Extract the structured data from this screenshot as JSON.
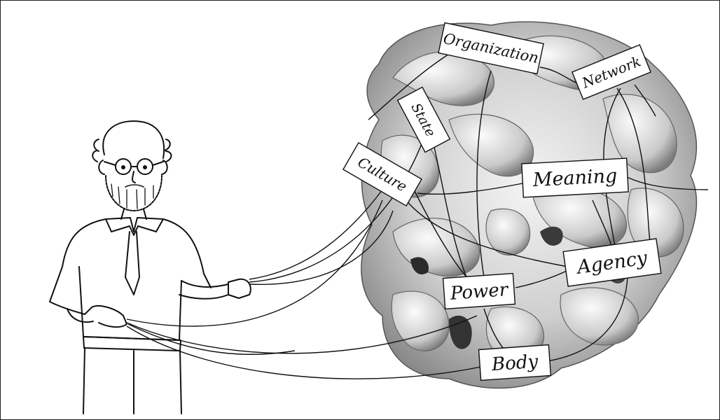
{
  "labels": {
    "organization": "Organization",
    "network": "Network",
    "state": "State",
    "culture": "Culture",
    "meaning": "Meaning",
    "agency": "Agency",
    "power": "Power",
    "body": "Body"
  }
}
